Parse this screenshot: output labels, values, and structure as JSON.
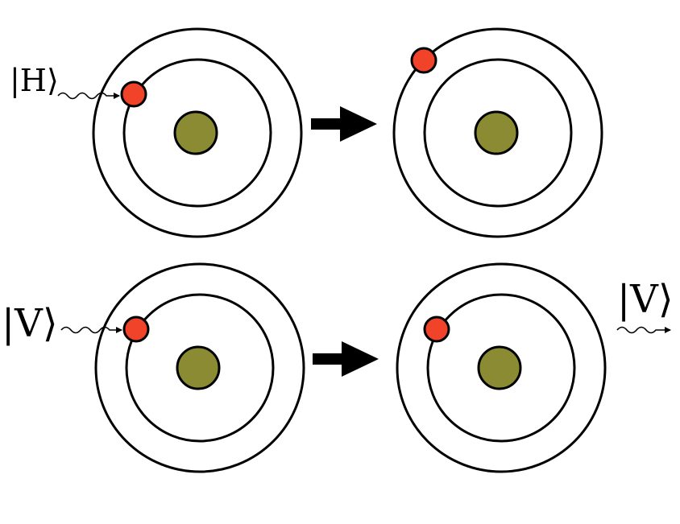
{
  "colors": {
    "nucleus": "#8b8b33",
    "electron": "#f0432a",
    "stroke": "#000000",
    "background": "#ffffff"
  },
  "labels": {
    "photon_h_in": "|H⟩",
    "photon_v_in": "|V⟩",
    "photon_v_out": "|V⟩"
  },
  "icons": {
    "transition_arrow": "right-arrow-icon",
    "photon": "wavy-arrow-icon"
  }
}
